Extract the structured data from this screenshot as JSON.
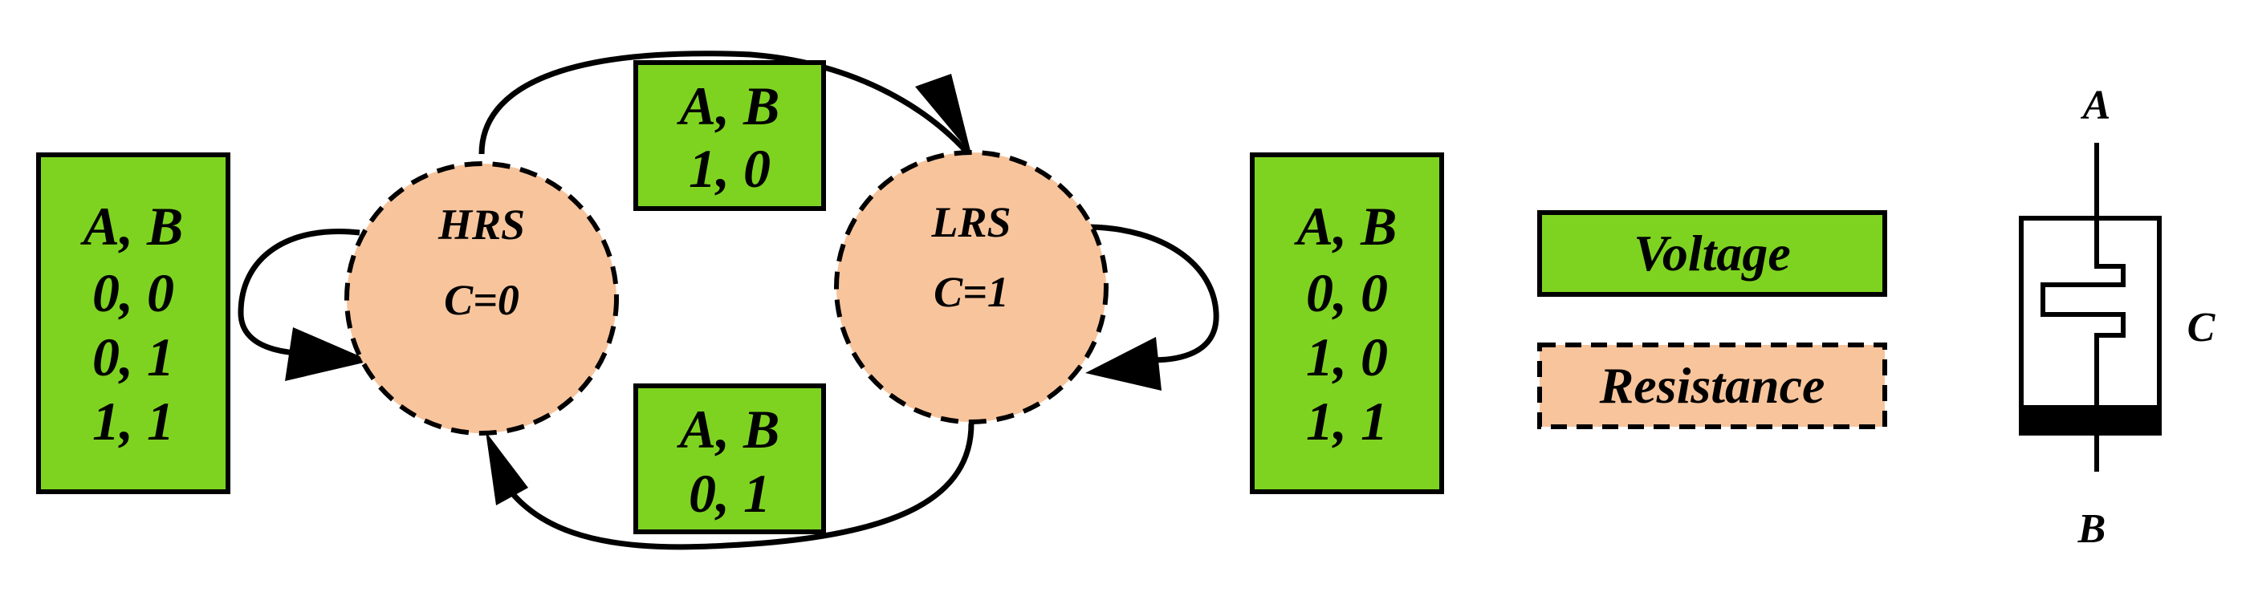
{
  "colors": {
    "voltage_fill": "#7ed321",
    "resistance_fill": "#f7c49c",
    "stroke": "#000000",
    "background": "#ffffff"
  },
  "states": {
    "hrs": {
      "name": "HRS",
      "value": "C=0"
    },
    "lrs": {
      "name": "LRS",
      "value": "C=1"
    }
  },
  "transitions": {
    "hrs_self": {
      "header": "A, B",
      "rows": [
        "0, 0",
        "0, 1",
        "1, 1"
      ]
    },
    "lrs_self": {
      "header": "A, B",
      "rows": [
        "0, 0",
        "1, 0",
        "1, 1"
      ]
    },
    "hrs_to_lrs": {
      "header": "A, B",
      "rows": [
        "1, 0"
      ]
    },
    "lrs_to_hrs": {
      "header": "A, B",
      "rows": [
        "0, 1"
      ]
    }
  },
  "legend": {
    "voltage": "Voltage",
    "resistance": "Resistance"
  },
  "symbol": {
    "terminal_a": "A",
    "terminal_b": "B",
    "terminal_c": "C"
  }
}
